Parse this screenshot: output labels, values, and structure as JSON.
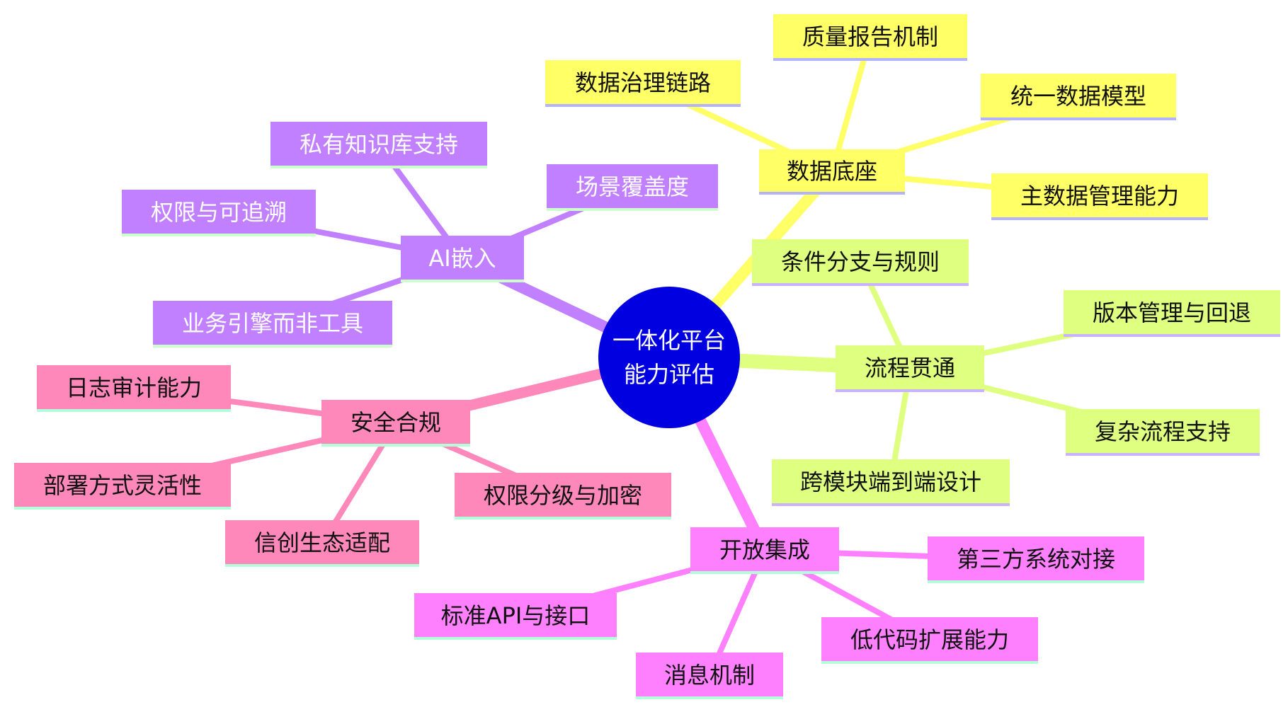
{
  "root": {
    "label_line1": "一体化平台",
    "label_line2": "能力评估",
    "color": "#0000e0",
    "text_color": "#ffffff"
  },
  "branches": [
    {
      "key": "data",
      "label": "数据底座",
      "color": "#ffff66",
      "accent": "#b3b3ff",
      "text_color": "#111111",
      "children": [
        "质量报告机制",
        "数据治理链路",
        "统一数据模型",
        "主数据管理能力"
      ]
    },
    {
      "key": "flow",
      "label": "流程贯通",
      "color": "#dfff80",
      "accent": "#c9b3ff",
      "text_color": "#111111",
      "children": [
        "条件分支与规则",
        "版本管理与回退",
        "复杂流程支持",
        "跨模块端到端设计"
      ]
    },
    {
      "key": "open",
      "label": "开放集成",
      "color": "#ff80ff",
      "accent": "#b3ffd9",
      "text_color": "#111111",
      "children": [
        "第三方系统对接",
        "低代码扩展能力",
        "消息机制",
        "标准API与接口"
      ]
    },
    {
      "key": "security",
      "label": "安全合规",
      "color": "#ff88bb",
      "accent": "#b3ffd9",
      "text_color": "#111111",
      "children": [
        "日志审计能力",
        "部署方式灵活性",
        "信创生态适配",
        "权限分级与加密"
      ]
    },
    {
      "key": "ai",
      "label": "AI嵌入",
      "color": "#c080ff",
      "accent": "#ccffcc",
      "text_color": "#ffffff",
      "children": [
        "私有知识库支持",
        "场景覆盖度",
        "权限与可追溯",
        "业务引擎而非工具"
      ]
    }
  ]
}
